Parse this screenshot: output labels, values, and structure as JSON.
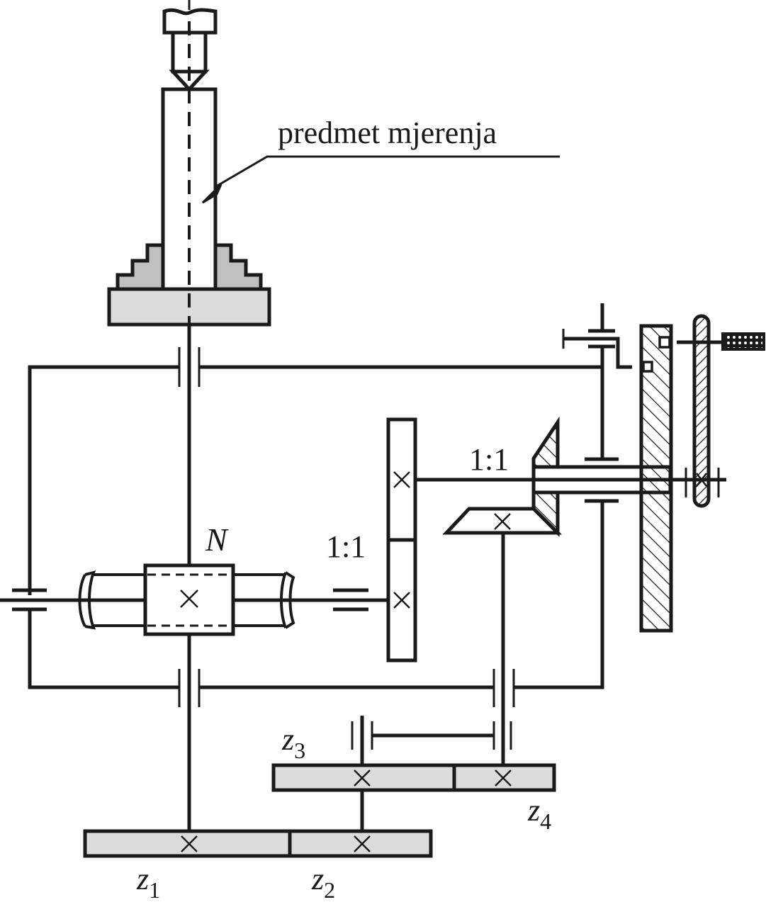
{
  "diagram": {
    "type": "mechanical-kinematic-scheme",
    "labels": {
      "object": "predmet mjerenja",
      "ratio_upper": "1:1",
      "ratio_lower": "1:1",
      "node": "N",
      "gear_z1": "z",
      "gear_z1_sub": "1",
      "gear_z2": "z",
      "gear_z2_sub": "2",
      "gear_z3": "z",
      "gear_z3_sub": "3",
      "gear_z4": "z",
      "gear_z4_sub": "4"
    },
    "colors": {
      "line": "#1a1a1a",
      "light_fill": "#dcdcdc",
      "medium_fill": "#c0c0c0",
      "background": "#ffffff"
    }
  }
}
